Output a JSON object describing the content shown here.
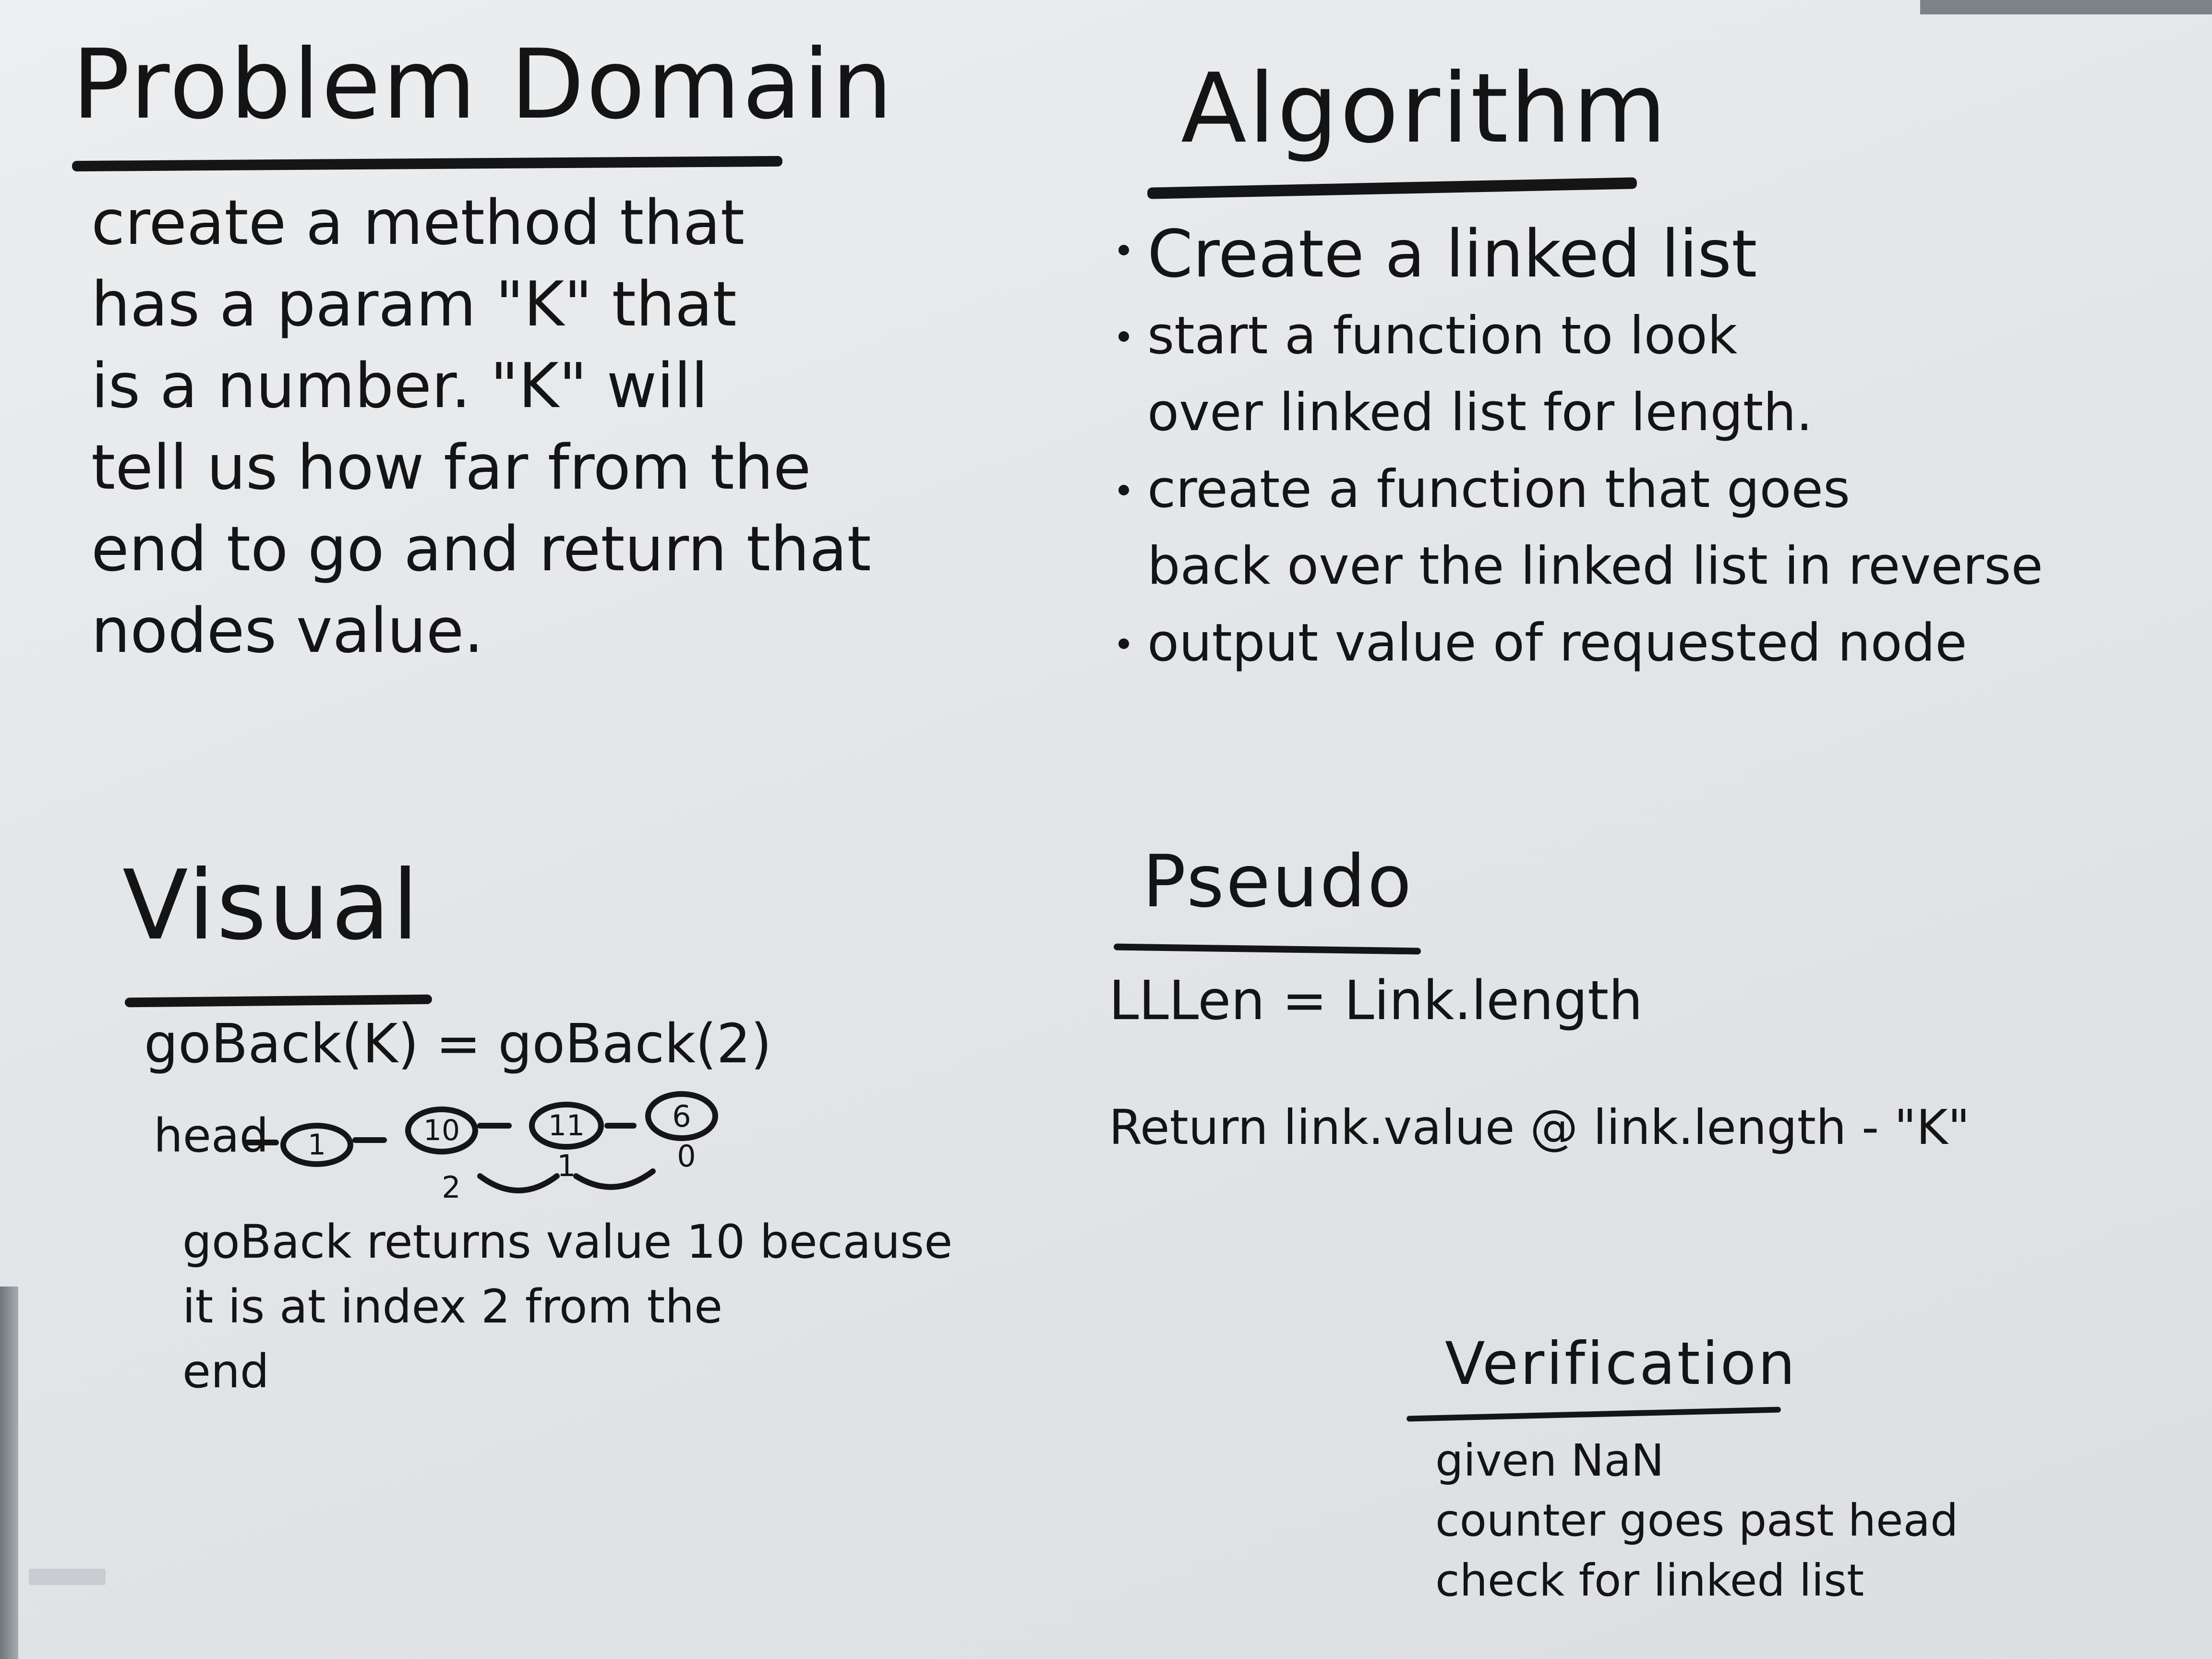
{
  "problem_domain": {
    "title": "Problem Domain",
    "lines": [
      "create a method that",
      "has a param \"K\" that",
      "is a number. \"K\" will",
      "tell us how far from the",
      "end to go and return that",
      "nodes value."
    ]
  },
  "algorithm": {
    "title": "Algorithm",
    "steps": [
      {
        "line1": "Create a linked list",
        "line2": ""
      },
      {
        "line1": "start a function to look",
        "line2": "over linked list for length."
      },
      {
        "line1": "create a function that goes",
        "line2": "back over the linked list in reverse"
      },
      {
        "line1": "output value of requested node",
        "line2": ""
      }
    ]
  },
  "visual": {
    "title": "Visual",
    "call": "goBack(K) = goBack(2)",
    "head_label": "head",
    "nodes": [
      "1",
      "10",
      "11",
      "6"
    ],
    "index_labels": [
      "2",
      "1",
      "0"
    ],
    "note_lines": [
      "goBack returns value 10 because",
      "it is at index 2 from the",
      "end"
    ]
  },
  "pseudo": {
    "title": "Pseudo",
    "line1": "LLLen = Link.length",
    "line2": "Return link.value @ link.length - \"K\""
  },
  "verification": {
    "title": "Verification",
    "lines": [
      "given NaN",
      "counter goes past head",
      "check for linked list"
    ]
  }
}
